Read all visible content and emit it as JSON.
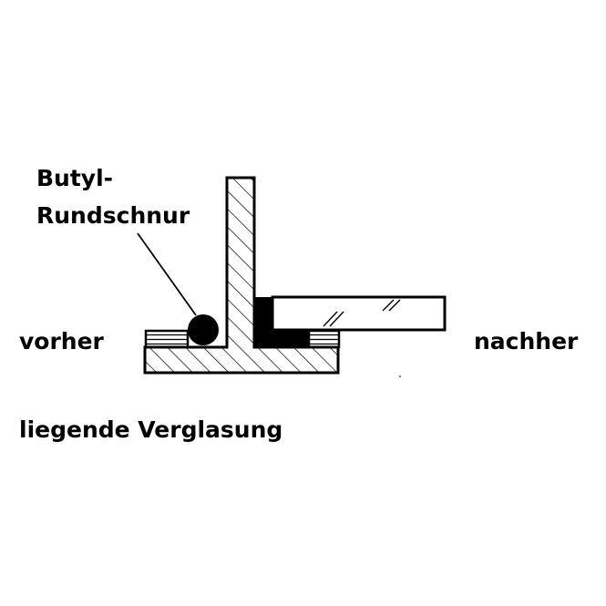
{
  "labels": {
    "butyl_line1": "Butyl-",
    "butyl_line2": "Rundschnur",
    "before": "vorher",
    "after": "nachher",
    "caption": "liegende Verglasung"
  },
  "colors": {
    "ink": "#000000",
    "background": "#ffffff"
  },
  "components": {
    "profile": "T-profile (hatched section)",
    "left_tape": "glazing tape (left)",
    "right_tape": "glazing tape (right)",
    "round_cord": "butyl round cord",
    "seal_block": "black sealing profile",
    "glass_pane": "glass pane"
  }
}
